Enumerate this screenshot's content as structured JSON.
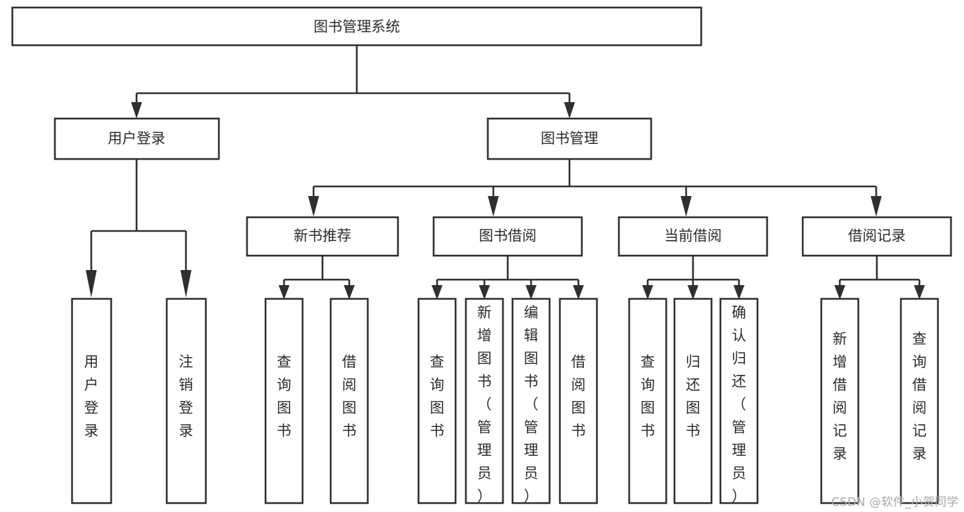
{
  "diagram": {
    "type": "tree",
    "title": "图书管理系统",
    "orientation": "top-down",
    "root": {
      "id": "root",
      "label": "图书管理系统",
      "text_orientation": "horizontal"
    },
    "level1": [
      {
        "id": "user-login",
        "label": "用户登录",
        "text_orientation": "horizontal"
      },
      {
        "id": "book-manage",
        "label": "图书管理",
        "text_orientation": "horizontal"
      }
    ],
    "level2": [
      {
        "id": "new-book-rec",
        "label": "新书推荐",
        "parent": "book-manage",
        "text_orientation": "horizontal"
      },
      {
        "id": "book-borrow",
        "label": "图书借阅",
        "parent": "book-manage",
        "text_orientation": "horizontal"
      },
      {
        "id": "current-borrow",
        "label": "当前借阅",
        "parent": "book-manage",
        "text_orientation": "horizontal"
      },
      {
        "id": "borrow-record",
        "label": "借阅记录",
        "parent": "book-manage",
        "text_orientation": "horizontal"
      }
    ],
    "leaves": [
      {
        "id": "leaf-user-login",
        "parent": "user-login",
        "label": "用户登录",
        "lines": [
          "用",
          "户",
          "登",
          "录"
        ],
        "text_orientation": "vertical",
        "align": "center"
      },
      {
        "id": "leaf-user-logout",
        "parent": "user-login",
        "label": "注销登录",
        "lines": [
          "注",
          "销",
          "登",
          "录"
        ],
        "text_orientation": "vertical",
        "align": "center"
      },
      {
        "id": "leaf-query-book-rec",
        "parent": "new-book-rec",
        "label": "查询图书",
        "lines": [
          "查",
          "询",
          "图",
          "书"
        ],
        "text_orientation": "vertical",
        "align": "center"
      },
      {
        "id": "leaf-borrow-book-rec",
        "parent": "new-book-rec",
        "label": "借阅图书",
        "lines": [
          "借",
          "阅",
          "图",
          "书"
        ],
        "text_orientation": "vertical",
        "align": "center"
      },
      {
        "id": "leaf-query-book",
        "parent": "book-borrow",
        "label": "查询图书",
        "lines": [
          "查",
          "询",
          "图",
          "书"
        ],
        "text_orientation": "vertical",
        "align": "center"
      },
      {
        "id": "leaf-add-book-admin",
        "parent": "book-borrow",
        "label": "新增图书（管理员）",
        "lines": [
          "新",
          "增",
          "图",
          "书",
          "（",
          "管",
          "理",
          "员",
          "）"
        ],
        "text_orientation": "vertical",
        "align": "top"
      },
      {
        "id": "leaf-edit-book-admin",
        "parent": "book-borrow",
        "label": "编辑图书（管理员）",
        "lines": [
          "编",
          "辑",
          "图",
          "书",
          "（",
          "管",
          "理",
          "员",
          "）"
        ],
        "text_orientation": "vertical",
        "align": "top"
      },
      {
        "id": "leaf-borrow-book",
        "parent": "book-borrow",
        "label": "借阅图书",
        "lines": [
          "借",
          "阅",
          "图",
          "书"
        ],
        "text_orientation": "vertical",
        "align": "center"
      },
      {
        "id": "leaf-query-book-cur",
        "parent": "current-borrow",
        "label": "查询图书",
        "lines": [
          "查",
          "询",
          "图",
          "书"
        ],
        "text_orientation": "vertical",
        "align": "center"
      },
      {
        "id": "leaf-return-book",
        "parent": "current-borrow",
        "label": "归还图书",
        "lines": [
          "归",
          "还",
          "图",
          "书"
        ],
        "text_orientation": "vertical",
        "align": "center"
      },
      {
        "id": "leaf-confirm-return-admin",
        "parent": "current-borrow",
        "label": "确认归还（管理员）",
        "lines": [
          "确",
          "认",
          "归",
          "还",
          "（",
          "管",
          "理",
          "员",
          "）"
        ],
        "text_orientation": "vertical",
        "align": "top"
      },
      {
        "id": "leaf-add-borrow-record",
        "parent": "borrow-record",
        "label": "新增借阅记录",
        "lines": [
          "新",
          "增",
          "借",
          "阅",
          "记",
          "录"
        ],
        "text_orientation": "vertical",
        "align": "center"
      },
      {
        "id": "leaf-query-borrow-record",
        "parent": "borrow-record",
        "label": "查询借阅记录",
        "lines": [
          "查",
          "询",
          "借",
          "阅",
          "记",
          "录"
        ],
        "text_orientation": "vertical",
        "align": "center"
      }
    ],
    "colors": {
      "stroke": "#2f2f2f",
      "box_fill": "#ffffff",
      "text": "#2b2b2b",
      "background": "#ffffff",
      "watermark": "#a9a9a9"
    }
  },
  "watermark": {
    "label": "CSDN @软件_小贺同学"
  }
}
